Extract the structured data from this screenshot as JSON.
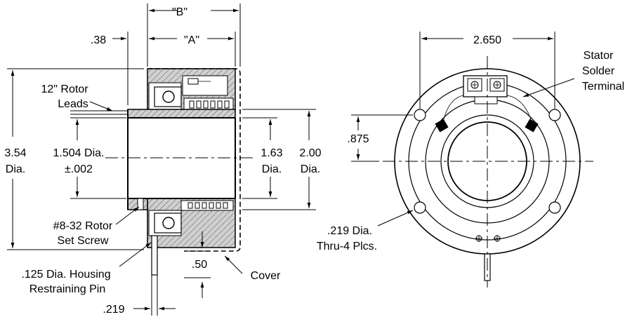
{
  "side_view": {
    "dim_b": "\"B\"",
    "dim_a": "\"A\"",
    "dim_38": ".38",
    "rotor_leads": [
      "12\" Rotor",
      "Leads"
    ],
    "dia_354": [
      "3.54",
      "Dia."
    ],
    "dia_1504": [
      "1.504 Dia.",
      "±.002"
    ],
    "dia_163": [
      "1.63",
      "Dia."
    ],
    "dia_200": [
      "2.00",
      "Dia."
    ],
    "set_screw": [
      "#8-32 Rotor",
      "Set Screw"
    ],
    "restraining_pin": [
      ".125 Dia. Housing",
      "Restraining Pin"
    ],
    "dim_50": ".50",
    "cover": "Cover",
    "dim_219": ".219"
  },
  "front_view": {
    "dim_2650": "2.650",
    "stator_terminal": [
      "Stator",
      "Solder",
      "Terminal"
    ],
    "dim_875": ".875",
    "hole_note": [
      ".219 Dia.",
      "Thru-4 Plcs."
    ]
  },
  "colors": {
    "ink": "#000000",
    "background": "#ffffff",
    "hatch_fill": "#b8b8b8"
  }
}
